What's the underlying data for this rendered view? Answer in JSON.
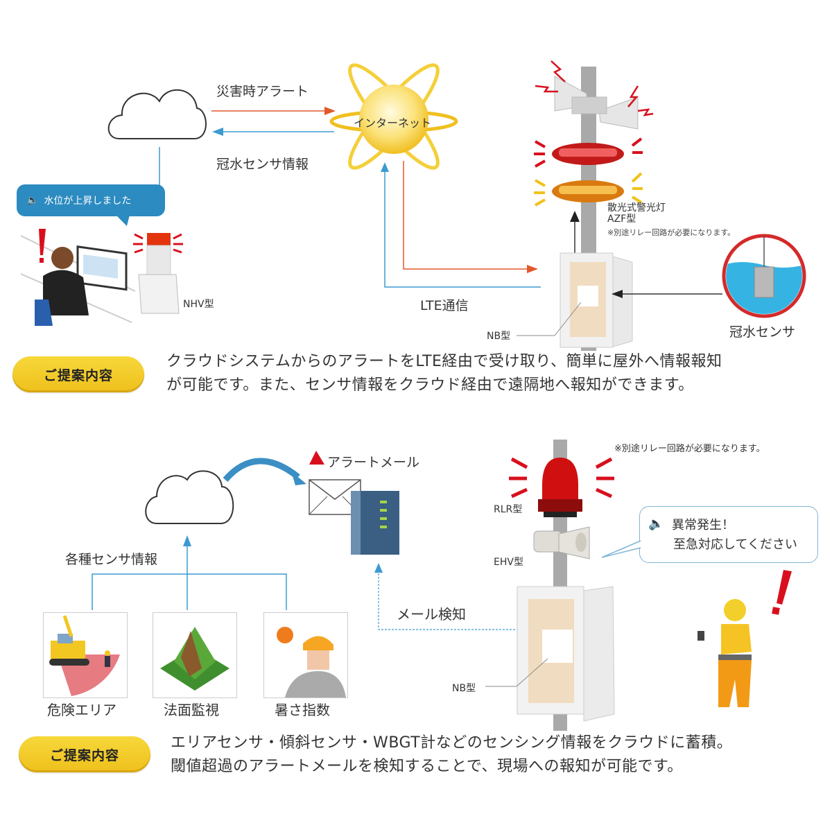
{
  "top": {
    "arrow_alert_label": "災害時アラート",
    "arrow_sensor_label": "冠水センサ情報",
    "internet_label": "インターネット",
    "speech_bubble_text": "水位が上昇しました",
    "nhv_label": "NHV型",
    "lte_label": "LTE通信",
    "nb_label": "NB型",
    "azf_title": "散光式警光灯",
    "azf_model": "AZF型",
    "relay_note": "※別途リレー回路が必要になります。",
    "sensor_label": "冠水センサ",
    "proposal_badge": "ご提案内容",
    "proposal_line1": "クラウドシステムからのアラートをLTE経由で受け取り、簡単に屋外へ情報報知",
    "proposal_line2": "が可能です。また、センサ情報をクラウド経由で遠隔地へ報知ができます。"
  },
  "bottom": {
    "alert_mail_label": "アラートメール",
    "sensor_info_label": "各種センサ情報",
    "mail_detect_label": "メール検知",
    "relay_note": "※別途リレー回路が必要になります。",
    "rlr_label": "RLR型",
    "ehv_label": "EHV型",
    "nb_label": "NB型",
    "speech_line1": "異常発生！",
    "speech_line2": "至急対応してください",
    "cards": [
      {
        "label": "危険エリア",
        "icon": "danger-area-icon"
      },
      {
        "label": "法面監視",
        "icon": "slope-monitoring-icon"
      },
      {
        "label": "暑さ指数",
        "icon": "heat-index-icon"
      }
    ],
    "proposal_badge": "ご提案内容",
    "proposal_line1": "エリアセンサ・傾斜センサ・WBGT計などのセンシング情報をクラウドに蓄積。",
    "proposal_line2": "閾値超過のアラートメールを検知することで、現場への報知が可能です。"
  },
  "colors": {
    "alert_arrow": "#e0592a",
    "info_arrow": "#3b9bd0",
    "badge_yellow": "#f2c925",
    "bubble_blue": "#2c8bc0",
    "exclaim_red": "#d8101e"
  }
}
